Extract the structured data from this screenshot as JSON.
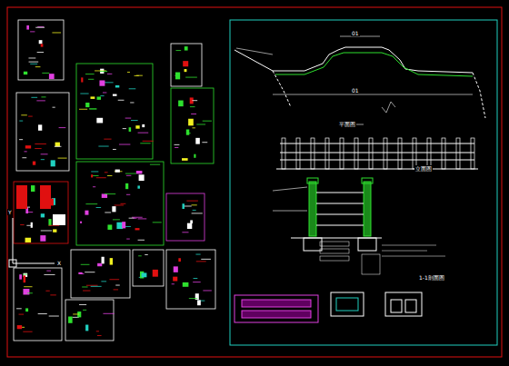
{
  "diagram": {
    "labels": [
      "01",
      "01",
      "平面图",
      "立面图",
      "1-1剖面图",
      "Y",
      "X"
    ]
  }
}
